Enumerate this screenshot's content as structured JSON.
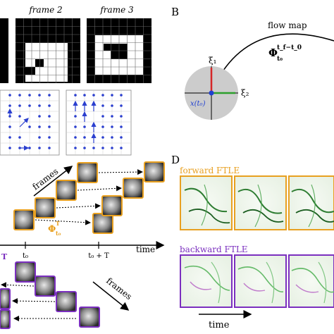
{
  "panel_a": {
    "frame2_label": "frame 2",
    "frame3_label": "frame 3"
  },
  "panel_b": {
    "letter": "B",
    "flow_map_label": "flow map",
    "phi_symbol": "Φ",
    "phi_sup": "t_f−t_0",
    "phi_sub": "t₀",
    "xi1": "ξ₁",
    "xi2": "ξ₂",
    "x_label": "x(t₀)",
    "colors": {
      "red": "#d62728",
      "green": "#2ca02c",
      "blue": "#1f3fd1",
      "disk": "#cccccc"
    }
  },
  "panel_c": {
    "frames_label_top": "frames",
    "frames_label_bottom": "frames",
    "phi_symbol": "Φ",
    "phi_sup": "T",
    "phi_sub": "t₀",
    "tick_t0": "t₀",
    "tick_t0T": "t₀ + T",
    "time_label": "time",
    "partial_label": "T",
    "colors": {
      "orange": "#e8a020",
      "purple": "#7b2fbf"
    }
  },
  "panel_d": {
    "letter": "D",
    "forward_label": "forward FTLE",
    "backward_label": "backward FTLE",
    "time_label": "time",
    "colors": {
      "forward": "#e8a020",
      "backward": "#7b2fbf"
    }
  }
}
